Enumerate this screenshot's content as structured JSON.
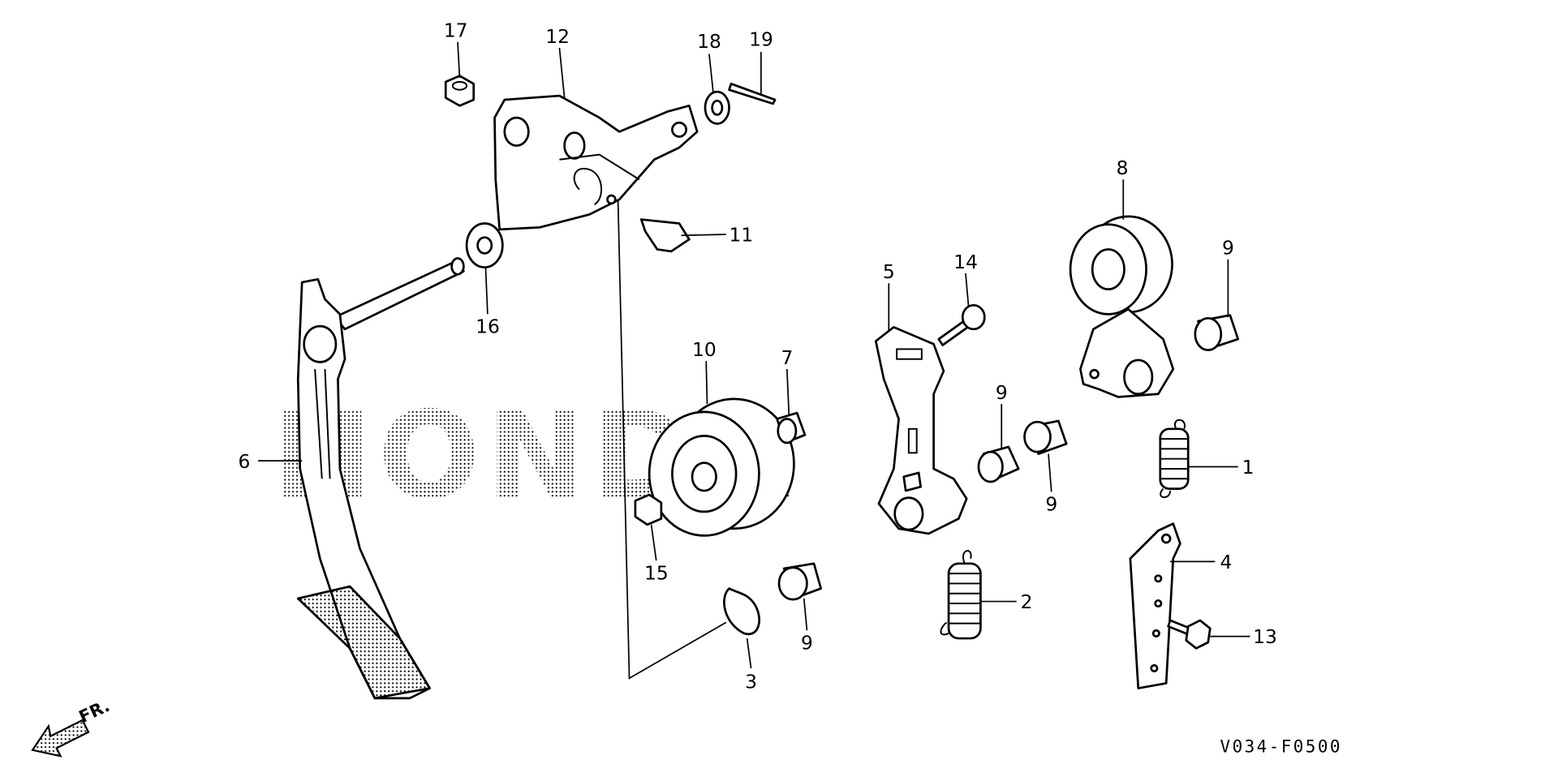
{
  "diagram": {
    "watermark": "HONDA",
    "diagram_code": "V034-F0500",
    "front_arrow_label": "FR.",
    "callouts": [
      {
        "id": "c17",
        "label": "17"
      },
      {
        "id": "c12",
        "label": "12"
      },
      {
        "id": "c18",
        "label": "18"
      },
      {
        "id": "c19",
        "label": "19"
      },
      {
        "id": "c11",
        "label": "11"
      },
      {
        "id": "c8",
        "label": "8"
      },
      {
        "id": "c9a",
        "label": "9"
      },
      {
        "id": "c5",
        "label": "5"
      },
      {
        "id": "c14",
        "label": "14"
      },
      {
        "id": "c16",
        "label": "16"
      },
      {
        "id": "c10",
        "label": "10"
      },
      {
        "id": "c7",
        "label": "7"
      },
      {
        "id": "c6",
        "label": "6"
      },
      {
        "id": "c9b",
        "label": "9"
      },
      {
        "id": "c1",
        "label": "1"
      },
      {
        "id": "c9c",
        "label": "9"
      },
      {
        "id": "c15",
        "label": "15"
      },
      {
        "id": "c2",
        "label": "2"
      },
      {
        "id": "c4",
        "label": "4"
      },
      {
        "id": "c9d",
        "label": "9"
      },
      {
        "id": "c13",
        "label": "13"
      },
      {
        "id": "c3",
        "label": "3"
      }
    ]
  }
}
